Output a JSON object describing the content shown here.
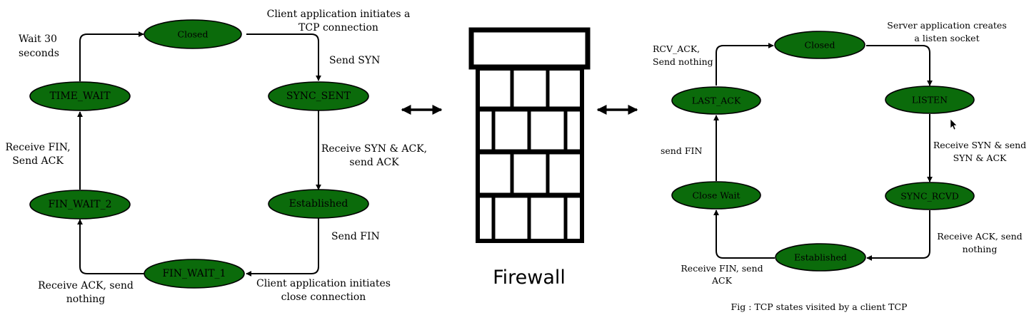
{
  "client": {
    "states": {
      "closed": "Closed",
      "sync_sent": "SYNC_SENT",
      "established": "Established",
      "fin_wait_1": "FIN_WAIT_1",
      "fin_wait_2": "FIN_WAIT_2",
      "time_wait": "TIME_WAIT"
    },
    "labels": {
      "initiate_1": "Client application initiates a",
      "initiate_2": "TCP connection",
      "send_syn": "Send SYN",
      "recv_synack_1": "Receive SYN & ACK,",
      "recv_synack_2": "send ACK",
      "send_fin": "Send FIN",
      "close_1": "Client application initiates",
      "close_2": "close connection",
      "recv_ack_1": "Receive ACK, send",
      "recv_ack_2": "nothing",
      "recv_fin_1": "Receive FIN,",
      "recv_fin_2": "Send ACK",
      "wait_1": "Wait 30",
      "wait_2": "seconds"
    }
  },
  "firewall": {
    "title": "Firewall"
  },
  "server": {
    "states": {
      "closed": "Closed",
      "listen": "LISTEN",
      "sync_rcvd": "SYNC_RCVD",
      "established": "Established",
      "close_wait": "Close Wait",
      "last_ack": "LAST_ACK"
    },
    "labels": {
      "listen_1": "Server application creates",
      "listen_2": "a listen socket",
      "recv_syn_1": "Receive SYN & send",
      "recv_syn_2": "SYN & ACK",
      "recv_ack_1": "Receive ACK, send",
      "recv_ack_2": "nothing",
      "recv_fin_1": "Receive FIN, send",
      "recv_fin_2": "ACK",
      "send_fin": "send FIN",
      "rcv_ack_1": "RCV_ACK,",
      "rcv_ack_2": "Send nothing"
    }
  },
  "caption": "Fig : TCP states visited by a client TCP",
  "colors": {
    "state_fill": "#0b6b0b",
    "stroke": "#000000",
    "background": "#ffffff"
  }
}
